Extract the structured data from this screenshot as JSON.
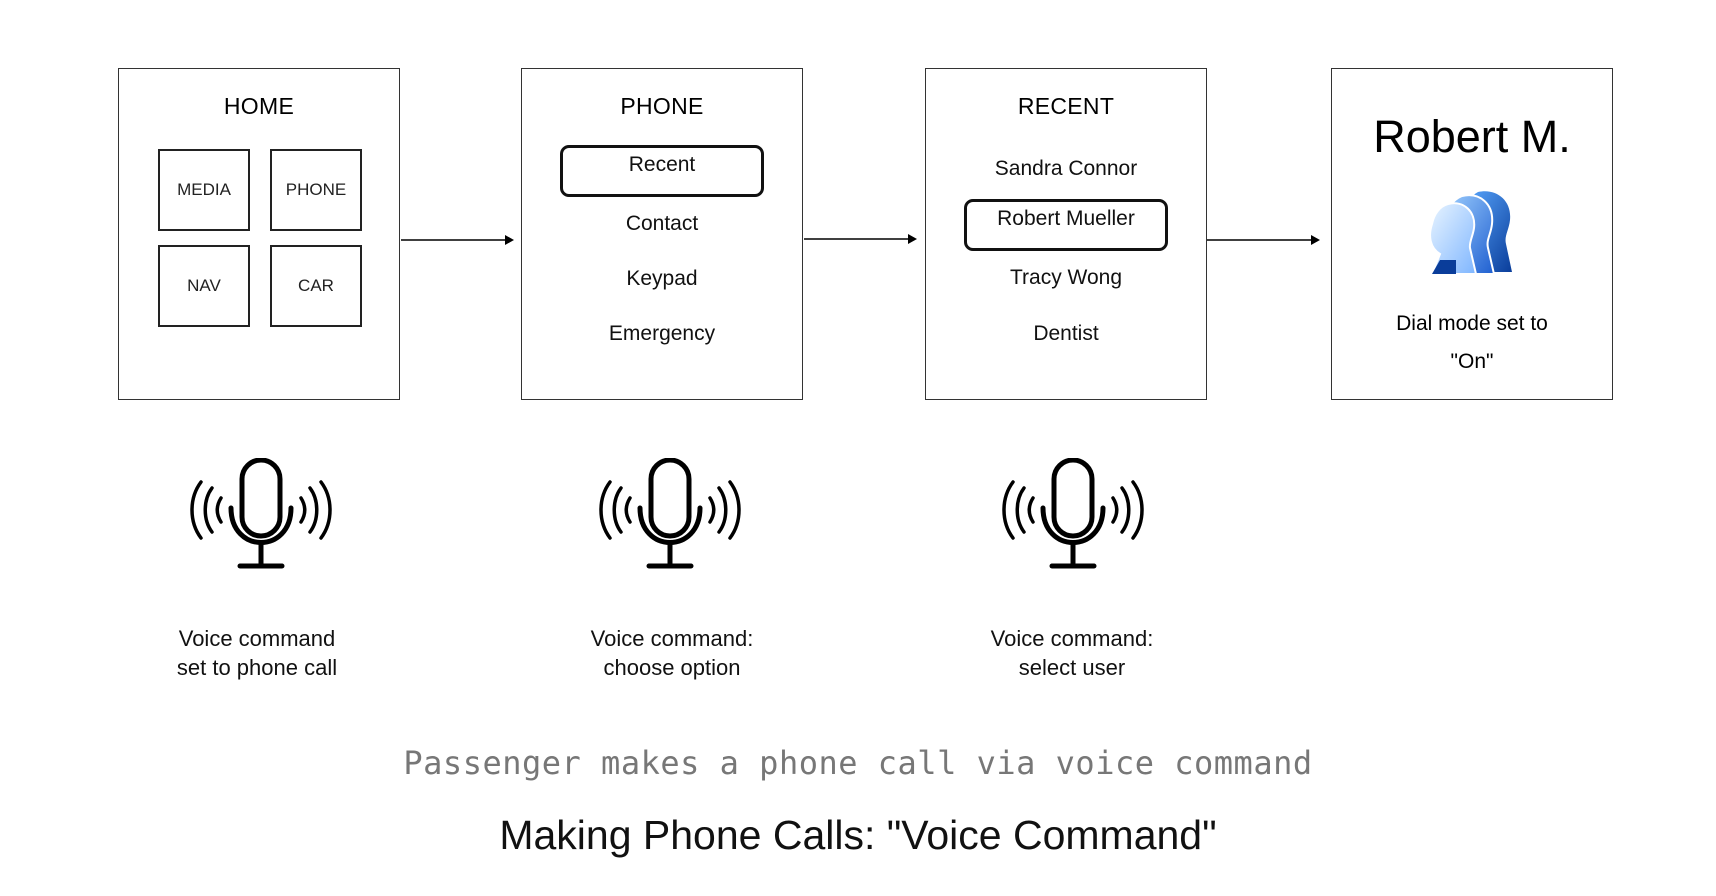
{
  "screens": {
    "home": {
      "title": "HOME",
      "tiles": [
        "MEDIA",
        "PHONE",
        "NAV",
        "CAR"
      ]
    },
    "phone": {
      "title": "PHONE",
      "items": [
        "Recent",
        "Contact",
        "Keypad",
        "Emergency"
      ],
      "selected": "Recent"
    },
    "recent": {
      "title": "RECENT",
      "items": [
        "Sandra Connor",
        "Robert Mueller",
        "Tracy Wong",
        "Dentist"
      ],
      "selected": "Robert Mueller"
    },
    "call": {
      "contact": "Robert M.",
      "status_line1": "Dial mode set to",
      "status_line2": "\"On\"",
      "icon": "contact-avatar-icon"
    }
  },
  "captions": [
    {
      "line1": "Voice command",
      "line2": "set to phone call",
      "icon": "microphone-icon"
    },
    {
      "line1": "Voice command:",
      "line2": "choose option",
      "icon": "microphone-icon"
    },
    {
      "line1": "Voice command:",
      "line2": "select user",
      "icon": "microphone-icon"
    }
  ],
  "subtitle": "Passenger makes a phone call via voice command",
  "title": "Making Phone Calls: \"Voice Command\""
}
